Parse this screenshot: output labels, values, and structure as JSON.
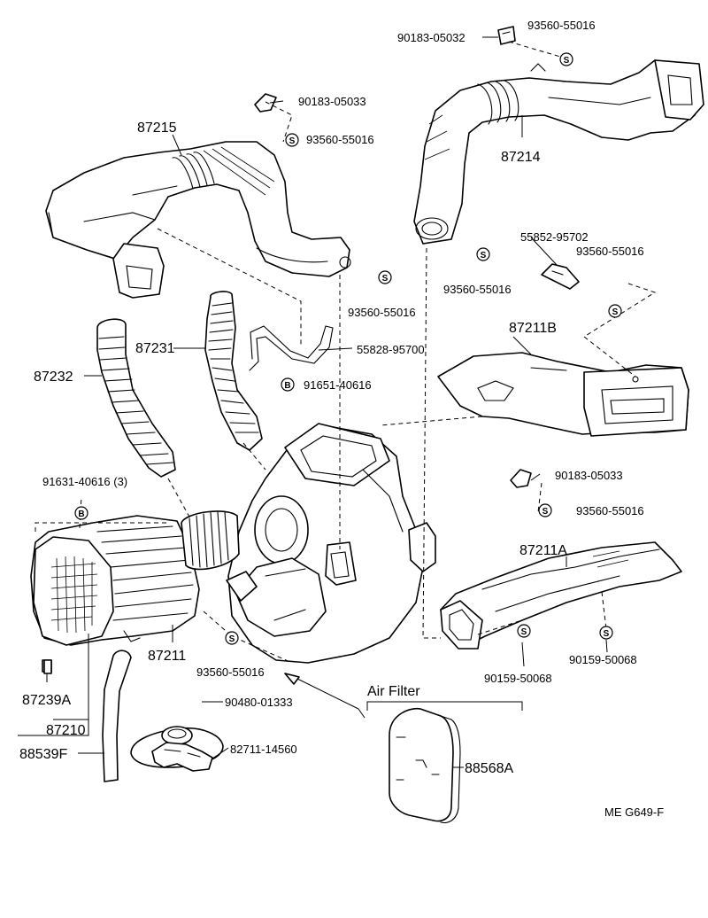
{
  "labels": {
    "p90183_05032": "90183-05032",
    "p93560_55016_a": "93560-55016",
    "p90183_05033_a": "90183-05033",
    "p93560_55016_b": "93560-55016",
    "p87215": "87215",
    "p87214": "87214",
    "p55852_95702": "55852-95702",
    "p93560_55016_c": "93560-55016",
    "p93560_55016_d": "93560-55016",
    "p93560_55016_e": "93560-55016",
    "p87231": "87231",
    "p55828_95700": "55828-95700",
    "p87211B": "87211B",
    "p87232": "87232",
    "p91651_40616": "91651-40616",
    "p91631_40616": "91631-40616 (3)",
    "p90183_05033_b": "90183-05033",
    "p93560_55016_f": "93560-55016",
    "p87211A": "87211A",
    "p87211": "87211",
    "p93560_55016_g": "93560-55016",
    "p90159_50068_a": "90159-50068",
    "p90159_50068_b": "90159-50068",
    "p87239A": "87239A",
    "p87210": "87210",
    "p90480_01333": "90480-01333",
    "air_filter": "Air Filter",
    "p88539F": "88539F",
    "p82711_14560": "82711-14560",
    "p88568A": "88568A",
    "figure_code": "ME  G649-F"
  },
  "symbols": {
    "s": "S",
    "b": "B"
  }
}
